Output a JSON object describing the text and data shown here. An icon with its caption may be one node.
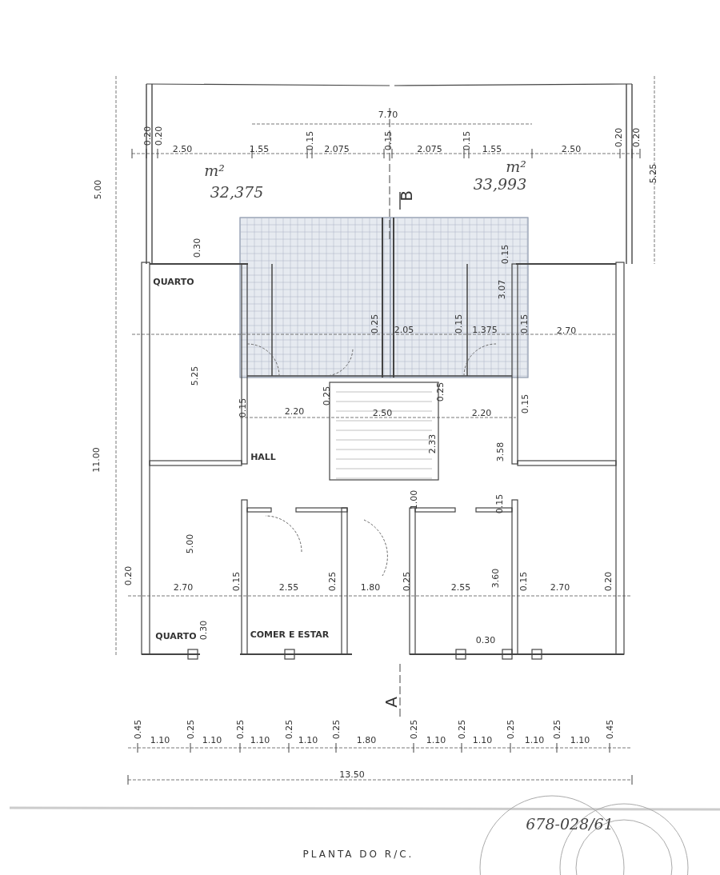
{
  "diagram": {
    "caption": "PLANTA DO R/C.",
    "labels": [
      "7.70",
      "0.20",
      "0.20",
      "2.50",
      "1.55",
      "0.15",
      "2.075",
      "0.15",
      "2.075",
      "0.15",
      "1.55",
      "2.50",
      "0.20",
      "0.20",
      "5.00",
      "5.25",
      "m²",
      "32,375",
      "m²",
      "33,993",
      "B",
      "0.30",
      "QUARTO",
      "0.25",
      "2.05",
      "0.15",
      "1.375",
      "3.07",
      "0.15",
      "0.15",
      "2.70",
      "5.25",
      "0.15",
      "2.20",
      "0.25",
      "2.50",
      "0.25",
      "2.20",
      "0.15",
      "11.00",
      "HALL",
      "2.33",
      "3.58",
      "1.00",
      "0.15",
      "5.00",
      "0.20",
      "2.70",
      "0.15",
      "2.55",
      "0.25",
      "1.80",
      "0.25",
      "2.55",
      "3.60",
      "0.15",
      "2.70",
      "0.20",
      "0.30",
      "QUARTO",
      "COMER E ESTAR",
      "0.30",
      "A",
      "0.45",
      "1.10",
      "0.25",
      "1.10",
      "0.25",
      "1.10",
      "0.25",
      "1.10",
      "0.25",
      "1.80",
      "0.25",
      "1.10",
      "0.25",
      "1.10",
      "0.25",
      "1.10",
      "0.25",
      "1.10",
      "0.45",
      "13.50",
      "678-028/61"
    ]
  }
}
